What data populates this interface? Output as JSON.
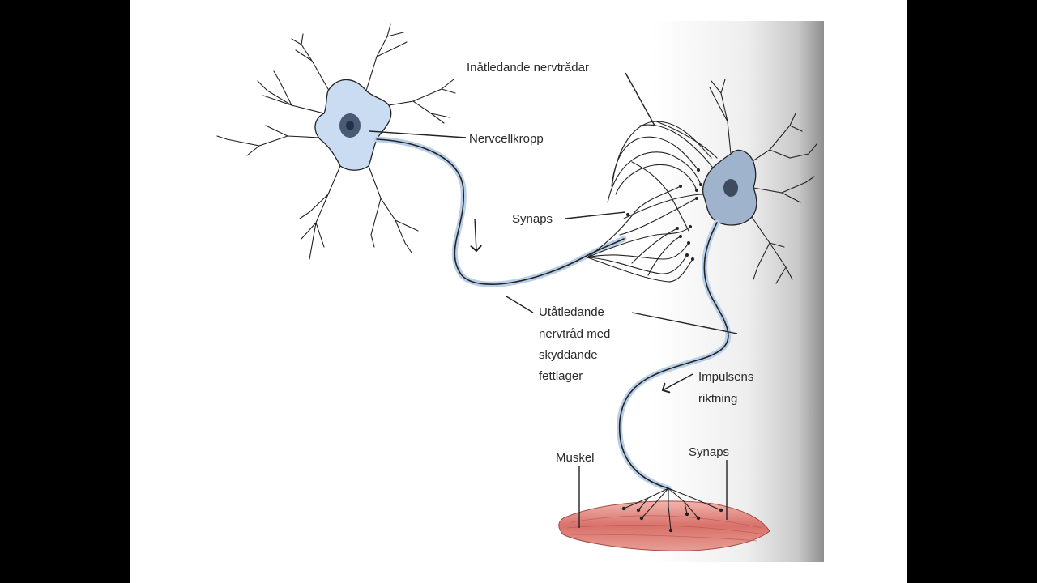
{
  "labels": {
    "incoming_fibers": "Inåtledande nervtrådar",
    "cell_body": "Nervcellkropp",
    "synapse_top": "Synaps",
    "outgoing_line1": "Utåtledande",
    "outgoing_line2": "nervtråd med",
    "outgoing_line3": "skyddande",
    "outgoing_line4": "fettlager",
    "impulse_line1": "Impulsens",
    "impulse_line2": "riktning",
    "muscle": "Muskel",
    "synapse_bottom": "Synaps"
  },
  "colors": {
    "cell_fill": "#c9dcf2",
    "myelin": "#b9cfe8",
    "nucleus": "#4a5a74",
    "muscle": "#d97a74",
    "spinal_cord": "#c4c4c4"
  }
}
